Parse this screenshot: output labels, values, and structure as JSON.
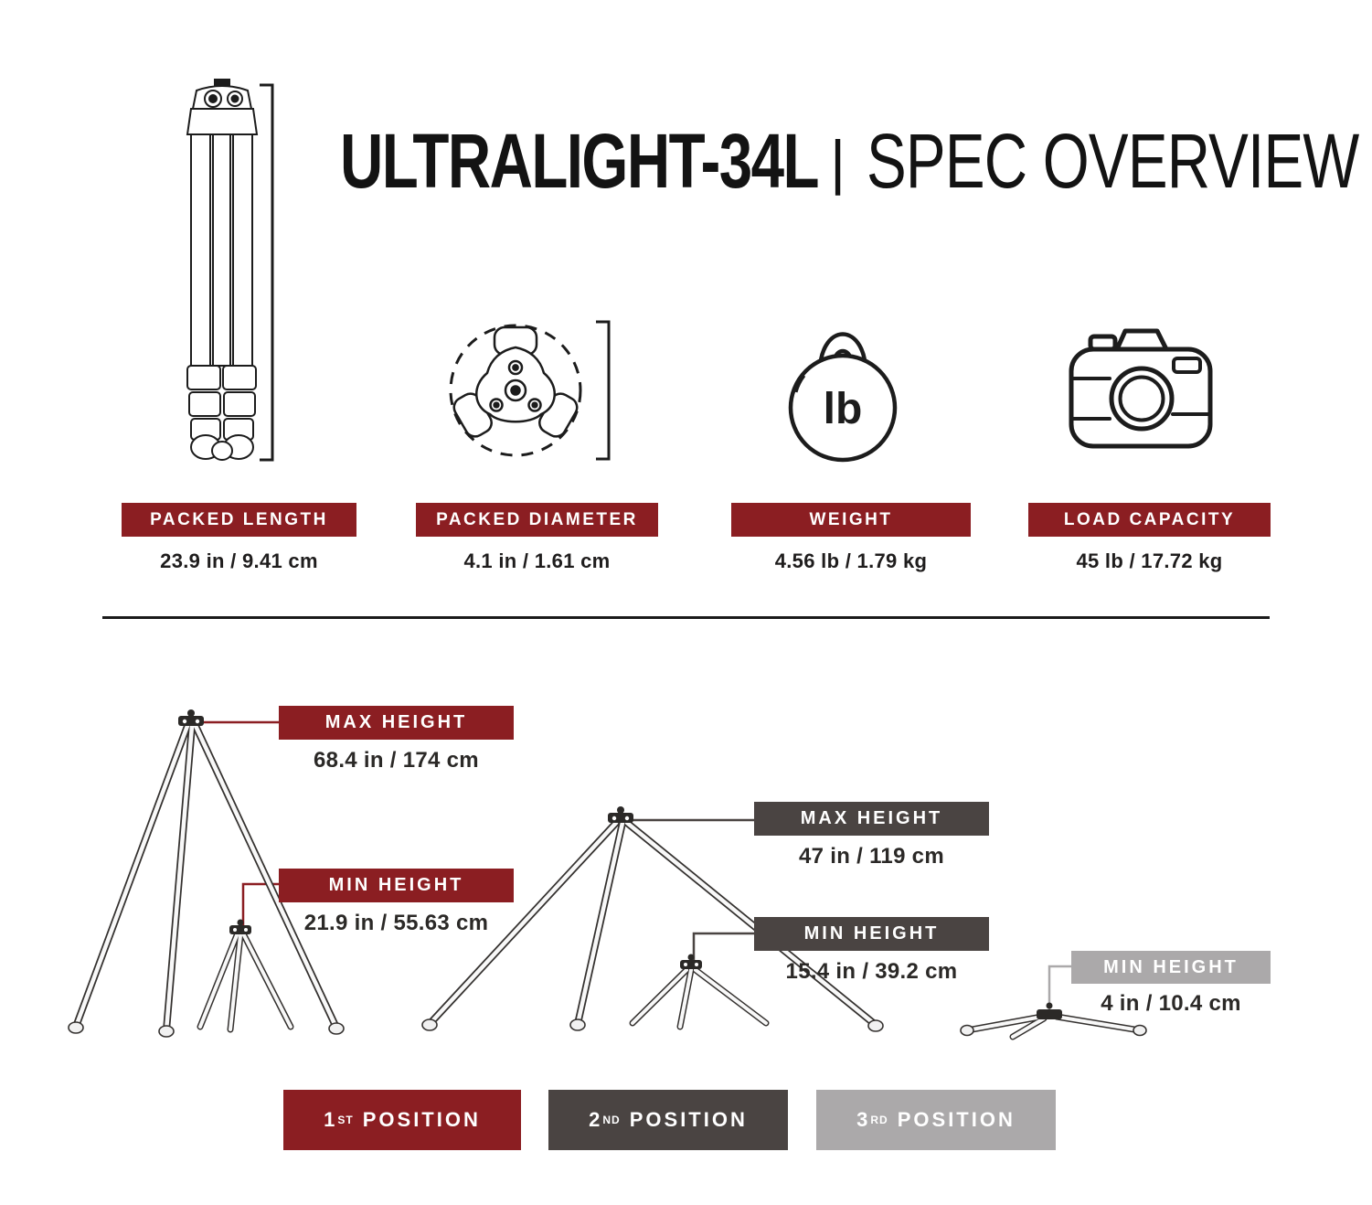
{
  "header": {
    "title_primary": "ULTRALIGHT-34L",
    "title_separator": "|",
    "title_secondary": "SPEC OVERVIEW"
  },
  "colors": {
    "accent_red": "#8b1e22",
    "accent_dark_gray": "#4a4442",
    "accent_light_gray": "#aba9aa",
    "line_black": "#1c1c1c"
  },
  "specs": [
    {
      "icon": "packed-tripod-icon",
      "label": "PACKED LENGTH",
      "value": "23.9 in / 9.41 cm"
    },
    {
      "icon": "tripod-top-view-icon",
      "label": "PACKED DIAMETER",
      "value": "4.1 in / 1.61 cm"
    },
    {
      "icon": "kettlebell-icon",
      "label": "WEIGHT",
      "value": "4.56 lb / 1.79 kg",
      "icon_text": "lb"
    },
    {
      "icon": "camera-icon",
      "label": "LOAD CAPACITY",
      "value": "45 lb / 17.72 kg"
    }
  ],
  "positions": [
    {
      "ordinal": "1",
      "ordinal_suffix": "ST",
      "label": "POSITION",
      "color": "#8b1e22",
      "max_height": {
        "label": "MAX HEIGHT",
        "value": "68.4 in / 174 cm"
      },
      "min_height": {
        "label": "MIN HEIGHT",
        "value": "21.9 in / 55.63 cm"
      }
    },
    {
      "ordinal": "2",
      "ordinal_suffix": "ND",
      "label": "POSITION",
      "color": "#4a4442",
      "max_height": {
        "label": "MAX HEIGHT",
        "value": "47 in / 119 cm"
      },
      "min_height": {
        "label": "MIN HEIGHT",
        "value": "15.4 in / 39.2 cm"
      }
    },
    {
      "ordinal": "3",
      "ordinal_suffix": "RD",
      "label": "POSITION",
      "color": "#aba9aa",
      "min_height": {
        "label": "MIN HEIGHT",
        "value": "4 in / 10.4 cm"
      }
    }
  ]
}
